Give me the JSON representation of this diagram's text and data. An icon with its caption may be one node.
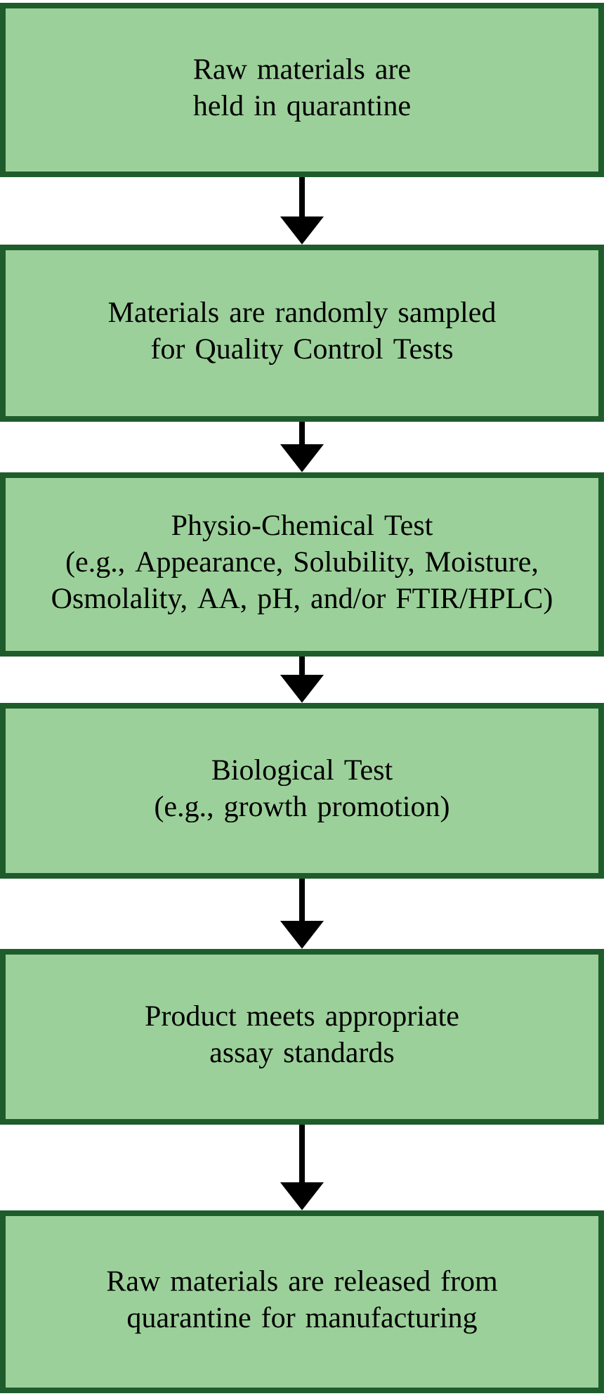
{
  "diagram": {
    "nodes": [
      {
        "text": [
          "Raw materials are held in quarantine"
        ]
      },
      {
        "text": [
          "Materials are randomly sampled for Quality Control Tests"
        ]
      },
      {
        "text": [
          "Physio-Chemical Test",
          "(e.g., Appearance, Solubility, Moisture, Osmolality, AA, pH, and/or FTIR/HPLC)"
        ]
      },
      {
        "text": [
          "Biological Test",
          "(e.g., growth promotion)"
        ]
      },
      {
        "text": [
          "Product meets appropriate assay standards"
        ]
      },
      {
        "text": [
          "Raw materials are released from quarantine for manufacturing"
        ]
      }
    ],
    "edges": [
      {
        "from": 0,
        "to": 1,
        "arrow": "to"
      },
      {
        "from": 1,
        "to": 2,
        "arrow": "to"
      },
      {
        "from": 2,
        "to": 3,
        "arrow": "to"
      },
      {
        "from": 3,
        "to": 4,
        "arrow": "to"
      },
      {
        "from": 4,
        "to": 5,
        "arrow": "to"
      }
    ]
  }
}
